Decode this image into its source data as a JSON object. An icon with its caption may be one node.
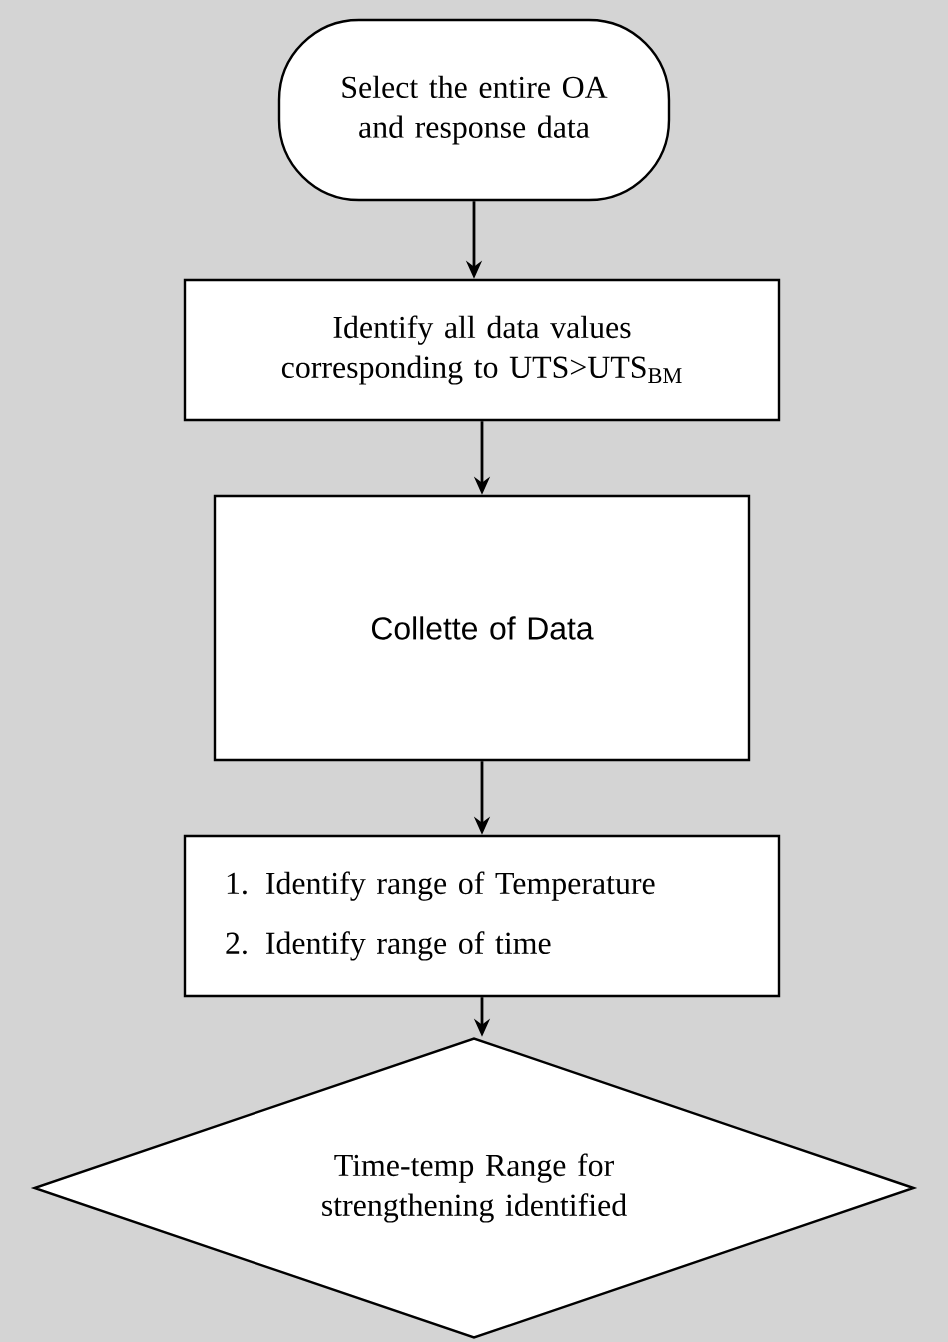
{
  "diagram": {
    "nodes": [
      {
        "text": [
          "Select the entire OA and response data"
        ]
      },
      {
        "text": [
          "Identify all data values corresponding to UTS>UTS$_{BM}$"
        ]
      },
      {
        "text": [
          "Collette of Data"
        ]
      },
      {
        "text": [
          "1.  Identify range of Temperature",
          "2. Identify range of time"
        ]
      },
      {
        "text": [
          "Time-temp Range for strengthening identified"
        ]
      }
    ],
    "edges": [
      {
        "from": 0,
        "to": 1,
        "arrow": "to"
      },
      {
        "from": 1,
        "to": 2,
        "arrow": "to"
      },
      {
        "from": 2,
        "to": 3,
        "arrow": "to"
      },
      {
        "from": 3,
        "to": 4,
        "arrow": "to"
      }
    ]
  }
}
